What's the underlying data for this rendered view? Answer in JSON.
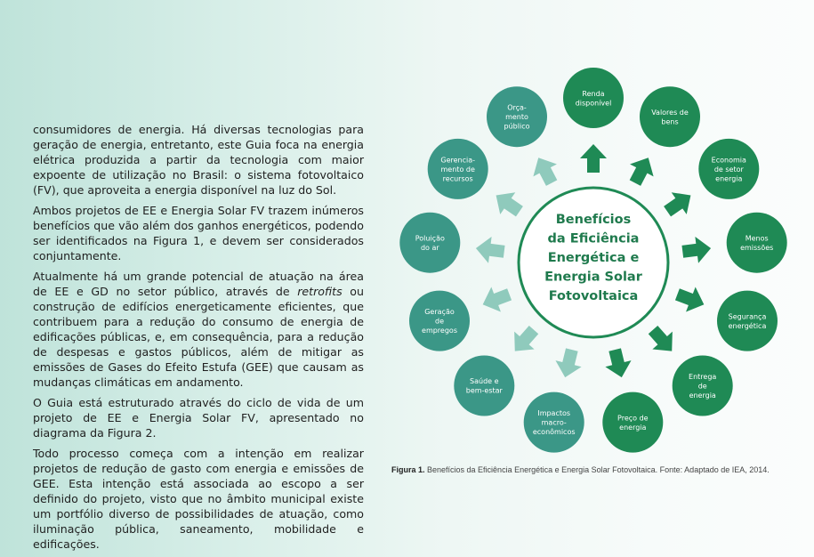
{
  "paragraphs": [
    "consumidores de energia. Há diversas tecnologias para geração de energia, entretanto, este Guia foca na energia elétrica produzida a partir da tecnologia com maior expoente de utilização no Brasil: o sistema fotovoltaico (FV), que aproveita a energia disponível na luz do Sol.",
    "Ambos projetos de EE e Energia Solar FV trazem inúmeros benefícios que vão além dos ganhos energéticos, podendo ser identificados na Figura 1, e devem ser considerados conjuntamente.",
    {
      "before": "Atualmente há um grande potencial de atuação na área de EE e GD no setor público, através de ",
      "italic": "retrofits",
      "after": " ou construção de edifícios energeticamente eficientes, que contribuem para a redução do consumo de energia de edificações públicas, e, em consequência, para a redução de despesas e gastos públicos, além de mitigar as emissões de Gases do Efeito Estufa (GEE) que causam as mudanças climáticas em andamento."
    },
    "O Guia está estruturado através do ciclo de vida de um projeto de EE e Energia Solar FV, apresentado no diagrama da Figura 2.",
    "Todo processo começa com a intenção em realizar projetos de redução de gasto com energia e emissões de GEE. Esta intenção está associada ao escopo a ser definido do projeto, visto que no âmbito municipal existe um portfólio diverso de possibilidades de atuação, como iluminação pública, saneamento, mobilidade e edificações."
  ],
  "diagram": {
    "center_lines": [
      "Benefícios",
      "da Eficiência",
      "Energética e",
      "Energia Solar",
      "Fotovoltaica"
    ],
    "nodes": [
      {
        "lines": [
          "Renda",
          "disponível"
        ],
        "color": "#1f8a55"
      },
      {
        "lines": [
          "Valores de",
          "bens"
        ],
        "color": "#1f8a55"
      },
      {
        "lines": [
          "Economia",
          "de setor",
          "energia"
        ],
        "color": "#1f8a55"
      },
      {
        "lines": [
          "Menos",
          "emissões"
        ],
        "color": "#1f8a55"
      },
      {
        "lines": [
          "Segurança",
          "energética"
        ],
        "color": "#1f8a55"
      },
      {
        "lines": [
          "Entrega",
          "de",
          "energia"
        ],
        "color": "#1f8a55"
      },
      {
        "lines": [
          "Preço de",
          "energia"
        ],
        "color": "#1f8a55"
      },
      {
        "lines": [
          "Impactos",
          "macro-",
          "econômicos"
        ],
        "color": "#3b9787"
      },
      {
        "lines": [
          "Saúde e",
          "bem-estar"
        ],
        "color": "#3b9787"
      },
      {
        "lines": [
          "Geração",
          "de",
          "empregos"
        ],
        "color": "#3b9787"
      },
      {
        "lines": [
          "Poluição",
          "do ar"
        ],
        "color": "#3b9787"
      },
      {
        "lines": [
          "Gerencia-",
          "mento de",
          "recursos"
        ],
        "color": "#3b9787"
      },
      {
        "lines": [
          "Orça-",
          "mento",
          "público"
        ],
        "color": "#3b9787"
      }
    ],
    "colors": {
      "dark_green": "#1f8a55",
      "teal": "#3b9787",
      "arrow_light": "#8fcabc",
      "center_text": "#1f7a4d"
    }
  },
  "caption": {
    "label": "Figura 1.",
    "text": " Benefícios da Eficiência Energética e Energia Solar Fotovoltaica. Fonte: Adaptado de IEA, 2014."
  }
}
